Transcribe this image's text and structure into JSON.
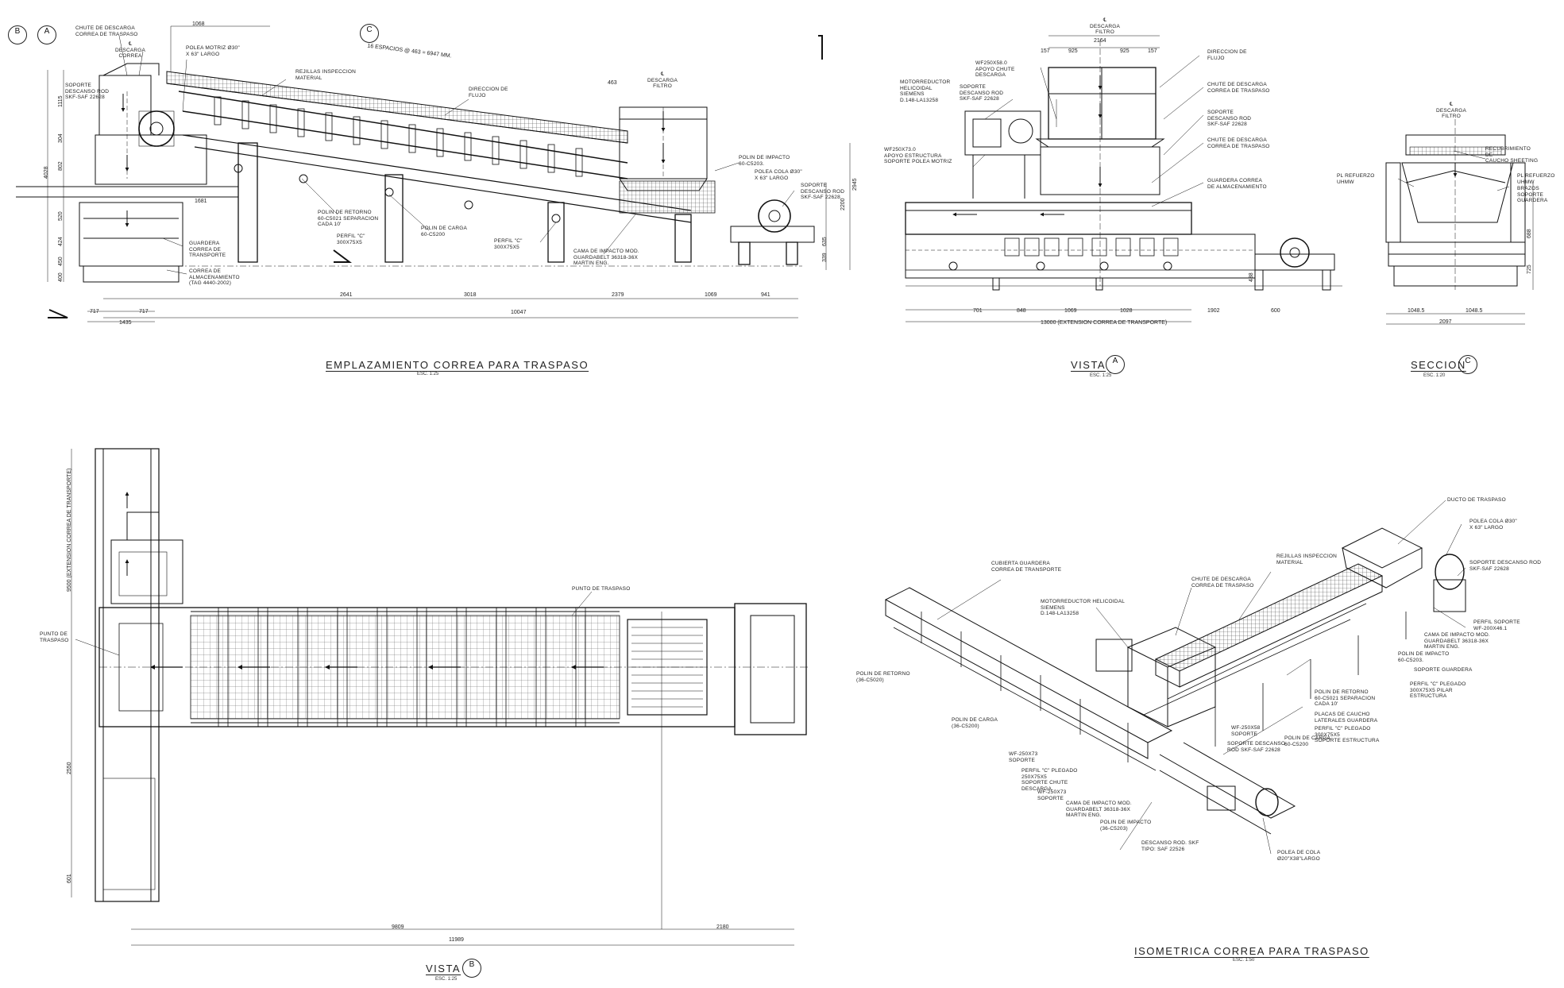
{
  "header": {
    "markers": [
      "B",
      "A",
      "C"
    ],
    "spacing_note": "16 ESPACIOS @ 463 = 6947 MM.",
    "top_dim": "1068"
  },
  "views": {
    "emplazamiento": {
      "title": "EMPLAZAMIENTO CORREA PARA TRASPASO",
      "scale": "ESC. 1:25",
      "labels": {
        "chute_descarga": "CHUTE DE DESCARGA\nCORREA DE TRASPASO",
        "descarga_correa": "℄\nDESCARGA\nCORREA",
        "polea_motriz": "POLEA MOTRIZ Ø30\"\nx 63\" LARGO",
        "rejillas": "REJILLAS INSPECCION\nMATERIAL",
        "direccion_flujo": "DIRECCION DE\nFLUJO",
        "descarga_filtro": "℄\nDESCARGA\nFILTRO",
        "soporte_rod": "SOPORTE\nDESCANSO ROD\nSKF-SAF 22628",
        "polin_impacto": "POLIN DE IMPACTO\n60-C5203.",
        "polea_cola": "POLEA COLA Ø30\"\nx 63\" LARGO",
        "soporte_rod_2": "SOPORTE\nDESCANSO ROD\nSKF-SAF 22628",
        "polin_retorno": "POLIN DE RETORNO\n60-C5021 SEPARACION\nCADA 10'",
        "perfil_c": "PERFIL \"C\"\n300x75x5",
        "polin_carga": "POLIN DE CARGA\n60-C5200",
        "perfil_c_2": "PERFIL \"C\"\n300x75x5",
        "cama_impacto": "CAMA DE IMPACTO MOD.\nGUARDABELT 36318-36X\nMARTIN ENG.",
        "guardera": "GUARDERA\nCORREA DE\nTRANSPORTE",
        "correa_alm": "CORREA DE\nALMACENAMIENTO\n(TAG 4440-2002)"
      },
      "dims_h": [
        "717",
        "717",
        "1435",
        "1681",
        "2641",
        "3018",
        "2379",
        "1069",
        "941",
        "10047",
        "463"
      ],
      "dims_v": [
        "4028",
        "1115",
        "304",
        "802",
        "520",
        "424",
        "400",
        "450",
        "2945",
        "2200",
        "635",
        "339"
      ]
    },
    "vista_a": {
      "title": "VISTA",
      "marker": "A",
      "scale": "ESC. 1:25",
      "labels": {
        "descarga_filtro": "℄\nDESCARGA\nFILTRO",
        "wf_apoyo": "WF250x58.0\nAPOYO CHUTE\nDESCARGA",
        "motorreductor": "MOTORREDUCTOR\nHELICOIDAL\nSIEMENS\nD.148-LA13258",
        "soporte_polea": "SOPORTE\nDESCANSO ROD\nSKF-SAF 22628",
        "wf_estructura": "WF250x73.0\nAPOYO ESTRUCTURA\nSOPORTE POLEA MOTRIZ",
        "direccion_flujo": "DIRECCION DE\nFLUJO",
        "chute_descarga": "CHUTE DE DESCARGA\nCORREA DE TRASPASO",
        "soporte_rod": "SOPORTE\nDESCANSO ROD\nSKF-SAF 22628",
        "chute_descarga_2": "CHUTE DE DESCARGA\nCORREA DE TRASPASO",
        "guardera": "GUARDERA CORREA\nDE ALMACENAMIENTO"
      },
      "dims_top": [
        "2164",
        "157",
        "925",
        "925",
        "157"
      ],
      "dims_bottom": [
        "701",
        "848",
        "1069",
        "1028",
        "1902",
        "600"
      ],
      "total": "13000 (EXTENSION CORREA DE TRANSPORTE)",
      "dim_side": "438"
    },
    "seccion_c": {
      "title": "SECCION",
      "marker": "C",
      "scale": "ESC. 1:20",
      "labels": {
        "descarga_filtro": "℄\nDESCARGA\nFILTRO",
        "recubrimiento": "RECUBRIMIENTO\nDE\nCAUCHO SHEETING",
        "pl_refuerzo_l": "PL REFUERZO\nUHMW",
        "pl_refuerzo_r": "PL REFUERZO\nUHMW",
        "brazos": "BRAZOS\nSOPORTE\nGUARDERA"
      },
      "dims": [
        "1048.5",
        "1048.5",
        "2097",
        "688",
        "725"
      ]
    },
    "vista_b": {
      "title": "VISTA",
      "marker": "B",
      "scale": "ESC. 1:25",
      "labels": {
        "punto_traspaso_1": "PUNTO DE TRASPASO",
        "punto_traspaso_2": "PUNTO DE\nTRASPASO"
      },
      "dims_h": [
        "9809",
        "2180",
        "11989"
      ],
      "dims_v": [
        "9500 (EXTENSION CORREA DE TRANSPORTE)",
        "2550",
        "601"
      ]
    },
    "isometrica": {
      "title": "ISOMETRICA CORREA PARA TRASPASO",
      "scale": "ESC. 1:50",
      "labels": {
        "ducto": "DUCTO DE TRASPASO",
        "polea_cola": "POLEA COLA Ø30\"\nx 63\" LARGO",
        "soporte_rod": "SOPORTE DESCANSO ROD\nSKF-SAF 22628",
        "perfil_soporte": "PERFIL SOPORTE\nWF-200x46.1",
        "cama_impacto": "CAMA DE IMPACTO MOD.\nGUARDABELT 36318-36X\nMARTIN ENG.",
        "polin_impacto": "POLIN DE IMPACTO\n60-C5203.",
        "soporte_guardera": "SOPORTE GUARDERA",
        "perfil_c_plegado": "PERFIL \"C\" PLEGADO\n300x75x5 PILAR\nESTRUCTURA",
        "cubierta": "CUBIERTA GUARDERA\nCORREA DE TRANSPORTE",
        "motorreductor": "MOTORREDUCTOR HELICOIDAL\nSIEMENS\nD.148-LA13258",
        "chute": "CHUTE DE DESCARGA\nCORREA DE TRASPASO",
        "rejillas": "REJILLAS INSPECCION\nMATERIAL",
        "polin_retorno": "POLIN DE RETORNO\n(36-C5020)",
        "polin_carga": "POLIN DE CARGA\n(36-C5200)",
        "polin_retorno_2": "POLIN DE RETORNO\n60-C5021 SEPARACION\nCADA 10'",
        "placas": "PLACAS DE CAUCHO\nLATERALES GUARDERA",
        "perfil_c_2": "PERFIL \"C\" PLEGADO\n300x75x5\nSOPORTE ESTRUCTURA",
        "wf_250_58": "WF-250x58\nSOPORTE",
        "polin_carga_2": "POLIN DE CARGA\n60-C5200",
        "soporte_descanso": "SOPORTE DESCANSO\nROD SKF-SAF 22628",
        "wf_250_73": "WF-250x73\nSOPORTE",
        "perfil_c_3": "PERFIL \"C\" PLEGADO\n250x75x5\nSOPORTE CHUTE\nDESCARGA",
        "wf_250_73_2": "WF-250x73\nSOPORTE",
        "cama_impacto_2": "CAMA DE IMPACTO MOD.\nGUARDABELT 36318-36X\nMARTIN ENG.",
        "polin_impacto_2": "POLIN DE IMPACTO\n(36-C5203)",
        "descanso_rod": "DESCANSO ROD. SKF\nTIPO: SAF 22526",
        "polea_cola_2": "POLEA DE COLA\nØ20\"x38\"LARGO"
      }
    }
  }
}
